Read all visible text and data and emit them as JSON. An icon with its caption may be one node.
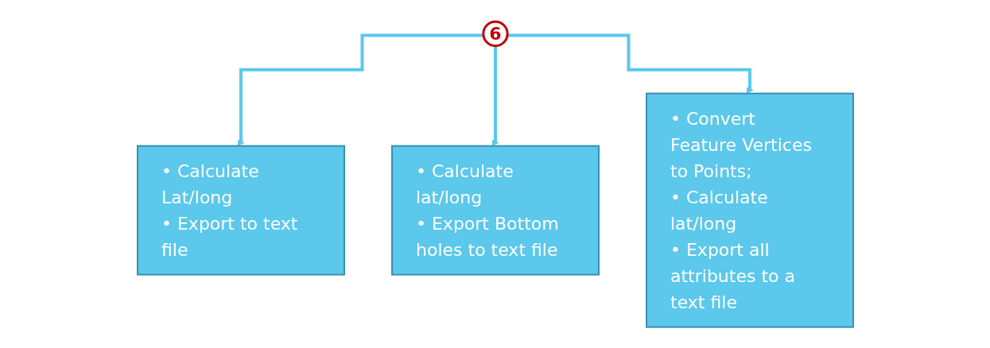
{
  "diagram": {
    "nodes": [
      {
        "text": [
          "6"
        ]
      },
      {
        "text": [
          "• Calculate Lat/long",
          "• Export to text file"
        ]
      },
      {
        "text": [
          "• Calculate lat/long",
          "• Export Bottom holes to text file"
        ]
      },
      {
        "text": [
          "• Convert Feature Vertices to Points;",
          "• Calculate lat/long",
          "• Export all attributes to a text file"
        ]
      }
    ],
    "edges": [
      {
        "from": 0,
        "to": 1,
        "arrow": "to"
      },
      {
        "from": 0,
        "to": 2,
        "arrow": "to"
      },
      {
        "from": 0,
        "to": 3,
        "arrow": "to"
      }
    ]
  }
}
